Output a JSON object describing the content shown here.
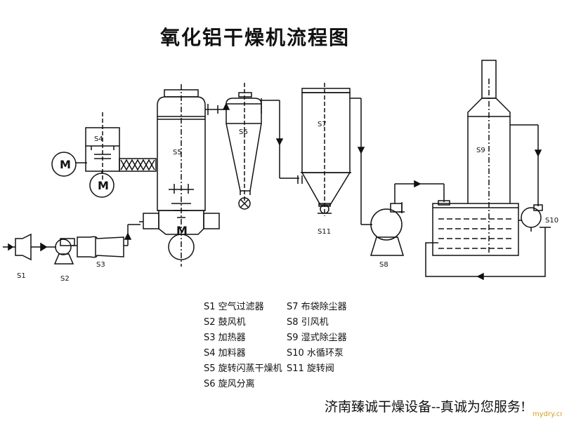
{
  "title": "氧化铝干燥机流程图",
  "equipment_tags": {
    "s1": "S1",
    "s2": "S2",
    "s3": "S3",
    "s4": "S4",
    "s5": "S5",
    "s6": "S6",
    "s7": "S7",
    "s8": "S8",
    "s9": "S9",
    "s10": "S10",
    "s11": "S11"
  },
  "motor_label": "M",
  "legend_left": [
    "S1 空气过滤器",
    "S2 鼓风机",
    "S3 加热器",
    "S4 加料器",
    "S5 旋转闪蒸干燥机",
    "S6 旋风分离"
  ],
  "legend_right": [
    "S7 布袋除尘器",
    "S8 引风机",
    "S9 湿式除尘器",
    "S10 水循环泵",
    "S11 旋转阀"
  ],
  "footer": "济南臻诚干燥设备--真诚为您服务!",
  "watermark": "mydry.cn"
}
